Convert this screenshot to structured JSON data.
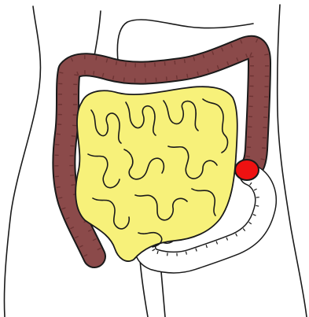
{
  "figure": {
    "subject": "intestines",
    "parts": [
      "torso-outline",
      "stomach-outline",
      "large-intestine",
      "small-intestine",
      "sigmoid-colon",
      "rectum",
      "marker"
    ]
  },
  "colors": {
    "background": "#ffffff",
    "outline": "#1a1a1a",
    "large_intestine": "#8b4a4a",
    "large_intestine_shade": "#6e3434",
    "small_intestine": "#f7f17a",
    "sigmoid_colon": "#ffffff",
    "marker": "#ee1111"
  }
}
